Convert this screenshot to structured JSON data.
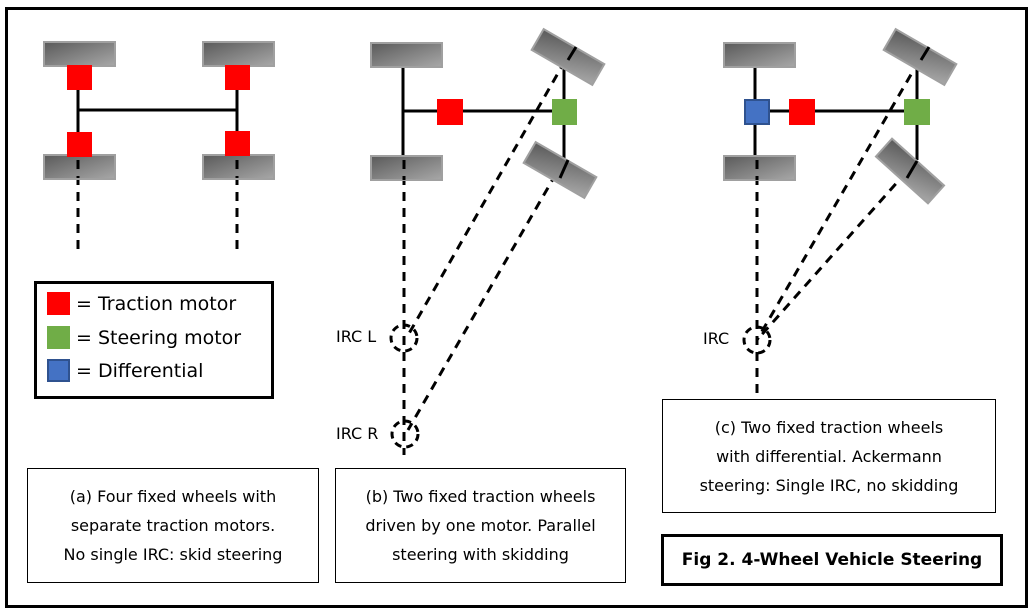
{
  "figure": {
    "title": "Fig 2.  4-Wheel Vehicle Steering",
    "colors": {
      "traction_motor": "#ff0000",
      "steering_motor": "#70ad47",
      "differential": "#4472c4",
      "differential_border": "#2f528f",
      "wheel": "#8c8c8c"
    }
  },
  "legend": {
    "items": [
      {
        "label": "= Traction motor",
        "icon": "red-square"
      },
      {
        "label": "= Steering motor",
        "icon": "green-square"
      },
      {
        "label": "= Differential",
        "icon": "blue-square"
      }
    ]
  },
  "panels": {
    "a": {
      "caption": "(a) Four fixed wheels with\nseparate traction motors.\nNo single IRC: skid steering"
    },
    "b": {
      "caption": "(b) Two fixed traction wheels\ndriven by one motor. Parallel\nsteering with skidding",
      "irc_labels": [
        "IRC L",
        "IRC R"
      ]
    },
    "c": {
      "caption": "(c) Two fixed traction wheels\nwith differential.  Ackermann\nsteering: Single IRC, no skidding",
      "irc_labels": [
        "IRC"
      ]
    }
  }
}
